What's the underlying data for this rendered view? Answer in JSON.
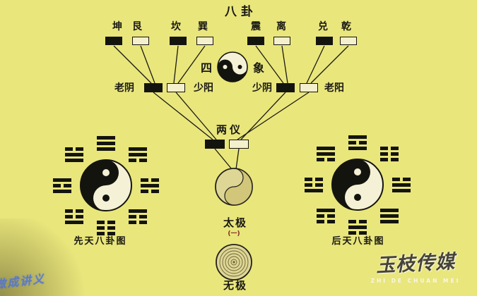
{
  "colors": {
    "background": "#e9e67c",
    "ink": "#14140f",
    "rect_white_fill": "#f4efcd",
    "taiji_fill": "#ded695",
    "watermark_blue": "#5073d7"
  },
  "title": "八卦",
  "bagua": {
    "labels": [
      "坤",
      "艮",
      "坎",
      "巽",
      "震",
      "离",
      "兑",
      "乾"
    ],
    "rects": [
      "black",
      "white",
      "black",
      "white",
      "black",
      "white",
      "black",
      "white"
    ]
  },
  "sixiang": {
    "left_char": "四",
    "right_char": "象",
    "labels": [
      "老阴",
      "少阳",
      "少阴",
      "老阳"
    ],
    "rects": [
      "black",
      "white",
      "black",
      "white"
    ]
  },
  "liangyi": {
    "label": "两仪",
    "rects": [
      "black",
      "white"
    ]
  },
  "taiji": {
    "label": "太极",
    "sub_label": "(一)"
  },
  "wuji": {
    "label": "无极"
  },
  "wheels": {
    "left": {
      "caption": "先天八卦图",
      "trigrams": [
        {
          "pos": "top",
          "name": "qian",
          "pattern": "111"
        },
        {
          "pos": "top-right",
          "name": "xun",
          "pattern": "110"
        },
        {
          "pos": "right",
          "name": "kan",
          "pattern": "010"
        },
        {
          "pos": "bottom-right",
          "name": "gen",
          "pattern": "100"
        },
        {
          "pos": "bottom",
          "name": "kun",
          "pattern": "000"
        },
        {
          "pos": "bottom-left",
          "name": "zhen",
          "pattern": "001"
        },
        {
          "pos": "left",
          "name": "li",
          "pattern": "101"
        },
        {
          "pos": "top-left",
          "name": "dui",
          "pattern": "011"
        }
      ]
    },
    "right": {
      "caption": "后天八卦图",
      "trigrams": [
        {
          "pos": "top",
          "name": "li",
          "pattern": "101"
        },
        {
          "pos": "top-right",
          "name": "kun",
          "pattern": "000"
        },
        {
          "pos": "right",
          "name": "dui",
          "pattern": "011"
        },
        {
          "pos": "bottom-right",
          "name": "qian",
          "pattern": "111"
        },
        {
          "pos": "bottom",
          "name": "kan",
          "pattern": "010"
        },
        {
          "pos": "bottom-left",
          "name": "gen",
          "pattern": "100"
        },
        {
          "pos": "left",
          "name": "zhen",
          "pattern": "001"
        },
        {
          "pos": "top-left",
          "name": "xun",
          "pattern": "110"
        }
      ]
    }
  },
  "watermarks": {
    "bottom_left": "做成讲义",
    "bottom_right_cn": "玉枝传媒",
    "bottom_right_en": "ZHI DE CHUAN MEI"
  }
}
